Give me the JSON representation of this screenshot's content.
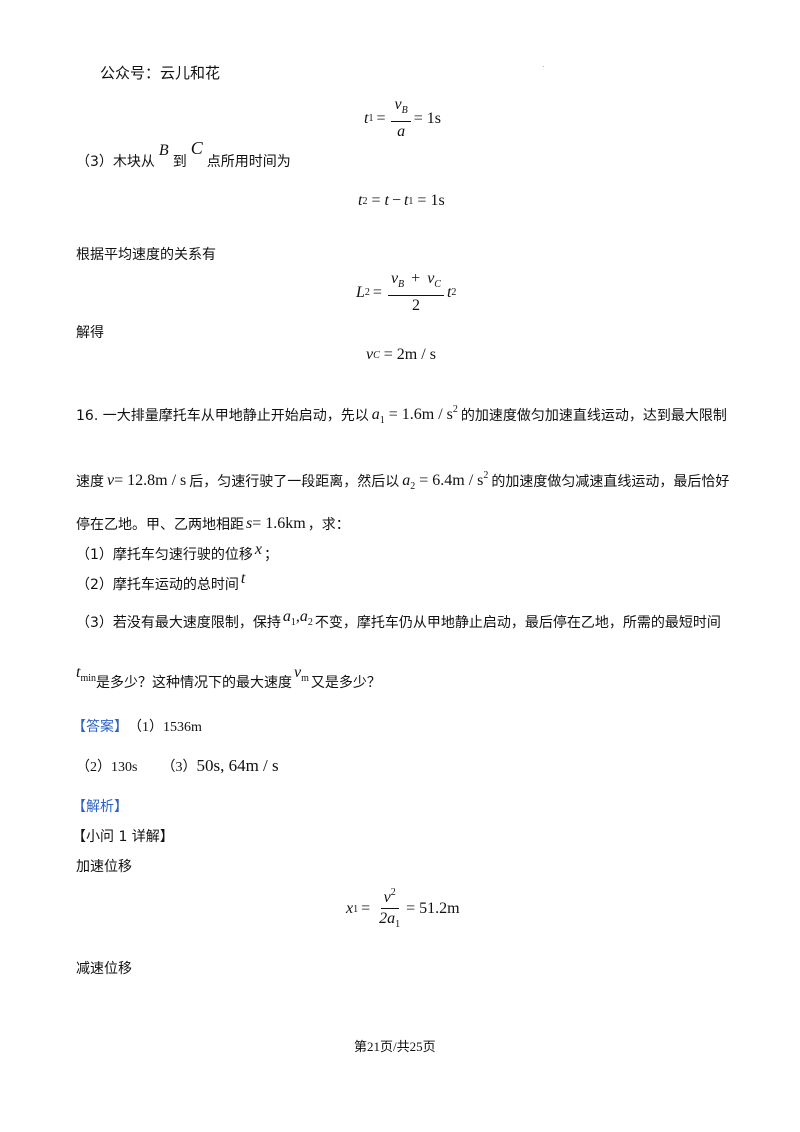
{
  "header": {
    "watermark": "公众号：云儿和花",
    "dot": "."
  },
  "eq_t1": {
    "lhs": "t",
    "lhs_sub": "1",
    "num": "v",
    "num_sub": "B",
    "den": "a",
    "rhs": "= 1s"
  },
  "step3": {
    "prefix": "（3）木块从",
    "B": "B",
    "mid": "到",
    "C": "C",
    "suffix": "点所用时间为"
  },
  "eq_t2": {
    "lhs": "t",
    "lhs_sub": "2",
    "eq": "=",
    "t": "t",
    "minus": "−",
    "t1": "t",
    "t1_sub": "1",
    "rhs": "= 1s"
  },
  "text_avg": "根据平均速度的关系有",
  "eq_L2": {
    "lhs": "L",
    "lhs_sub": "2",
    "eq": "=",
    "num_a": "v",
    "num_a_sub": "B",
    "plus": "+",
    "num_b": "v",
    "num_b_sub": "C",
    "den": "2",
    "t": "t",
    "t_sub": "2"
  },
  "text_solve": "解得",
  "eq_vc": {
    "lhs": "v",
    "lhs_sub": "C",
    "rhs": "= 2m / s"
  },
  "q16": {
    "line1_a": "16. 一大排量摩托车从甲地静止开始启动，先以",
    "a1": "a",
    "a1_sub": "1",
    "a1_val": "= 1.6m / s",
    "a1_sup": "2",
    "line1_b": "的加速度做匀加速直线运动，达到最大限制",
    "line2_a": "速度",
    "v": "v",
    "v_val": "= 12.8m / s",
    "line2_b": "后，匀速行驶了一段距离，然后以",
    "a2": "a",
    "a2_sub": "2",
    "a2_val": "= 6.4m / s",
    "a2_sup": "2",
    "line2_c": "的加速度做匀减速直线运动，最后恰好",
    "line3_a": "停在乙地。甲、乙两地相距",
    "s": "s",
    "s_val": "= 1.6km",
    "line3_b": "，求：",
    "sub1": "（1）摩托车匀速行驶的位移",
    "sub1_var": "x",
    "sub1_end": "；",
    "sub2": "（2）摩托车运动的总时间",
    "sub2_var": "t",
    "sub3_a": "（3）若没有最大速度限制，保持",
    "sub3_a1": "a",
    "sub3_a1_sub": "1",
    "sub3_comma": ",",
    "sub3_a2": "a",
    "sub3_a2_sub": "2",
    "sub3_b": "不变，摩托车仍从甲地静止启动，最后停在乙地，所需的最短时间",
    "sub3_tmin": "t",
    "sub3_tmin_sub": "min",
    "sub3_c": "是多少？这种情况下的最大速度",
    "sub3_vm": "v",
    "sub3_vm_sub": "m",
    "sub3_d": "又是多少？"
  },
  "answer": {
    "label": "【答案】",
    "a1": "（1）1536m",
    "a2": "（2）130s",
    "a3_label": "（3）",
    "a3_val": "50s, 64m / s"
  },
  "analysis": {
    "label": "【解析】",
    "sub_detail": "【小问 1 详解】",
    "accel_disp": "加速位移",
    "decel_disp": "减速位移"
  },
  "eq_x1": {
    "lhs": "x",
    "lhs_sub": "1",
    "eq": "=",
    "num": "v",
    "num_sup": "2",
    "den": "2a",
    "den_sub": "1",
    "rhs": "= 51.2m"
  },
  "footer": {
    "page": "第21页/共25页"
  },
  "colors": {
    "accent": "#2a63c4",
    "text": "#111111"
  }
}
